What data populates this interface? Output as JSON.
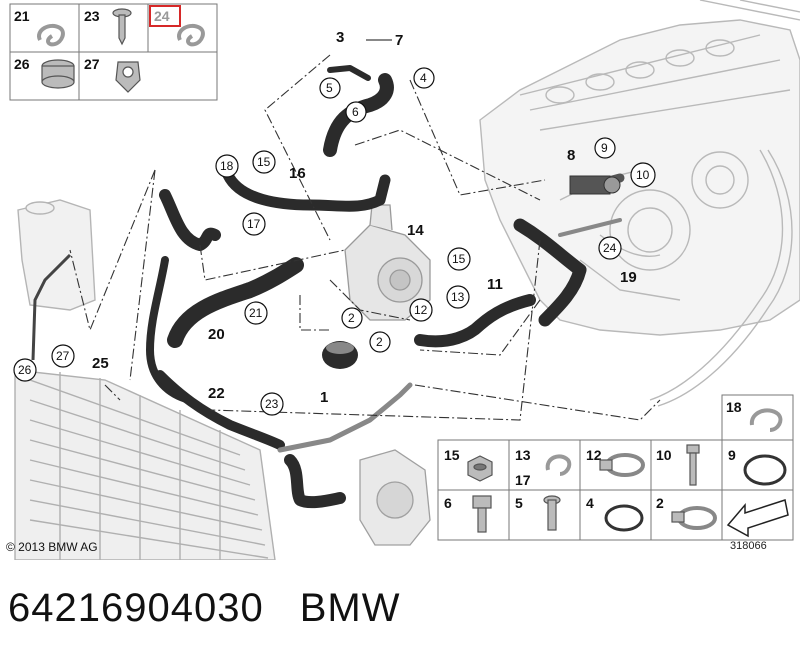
{
  "copyright": "© 2013 BMW AG",
  "image_number": "318066",
  "caption": {
    "part_number": "64216904030",
    "brand": "BMW"
  },
  "colors": {
    "hose": "#2b2b2b",
    "engine_line": "#b9b9b9",
    "highlight": "#d62828"
  },
  "top_legend": [
    {
      "num": "21",
      "icon": "hose-clamp-icon"
    },
    {
      "num": "23",
      "icon": "expanding-rivet-icon"
    },
    {
      "num": "24",
      "icon": "hose-clamp-icon",
      "highlighted": true
    },
    {
      "num": "26",
      "icon": "spring-band-clamp-icon"
    },
    {
      "num": "27",
      "icon": "clip-icon"
    }
  ],
  "plain_labels": [
    "1",
    "3",
    "7",
    "8",
    "11",
    "14",
    "16",
    "19",
    "20",
    "22",
    "25"
  ],
  "circled_labels": [
    "2",
    "4",
    "5",
    "6",
    "9",
    "10",
    "12",
    "13",
    "15",
    "17",
    "18",
    "21",
    "23",
    "24",
    "26",
    "27"
  ],
  "bottom_legend": [
    {
      "num": "15",
      "icon": "hex-nut-icon"
    },
    {
      "num": "13",
      "num2": "17",
      "icon": "hose-clamp-icon"
    },
    {
      "num": "12",
      "icon": "worm-clamp-icon"
    },
    {
      "num": "10",
      "icon": "bolt-icon"
    },
    {
      "num": "9",
      "icon": "o-ring-icon"
    },
    {
      "num": "6",
      "icon": "hex-bolt-icon"
    },
    {
      "num": "5",
      "icon": "screw-icon"
    },
    {
      "num": "4",
      "icon": "seal-ring-icon"
    },
    {
      "num": "2",
      "icon": "worm-clamp-icon"
    },
    {
      "num": "",
      "icon": "arrow-icon"
    }
  ],
  "side_legend": {
    "num": "18",
    "icon": "hose-clamp-icon"
  }
}
